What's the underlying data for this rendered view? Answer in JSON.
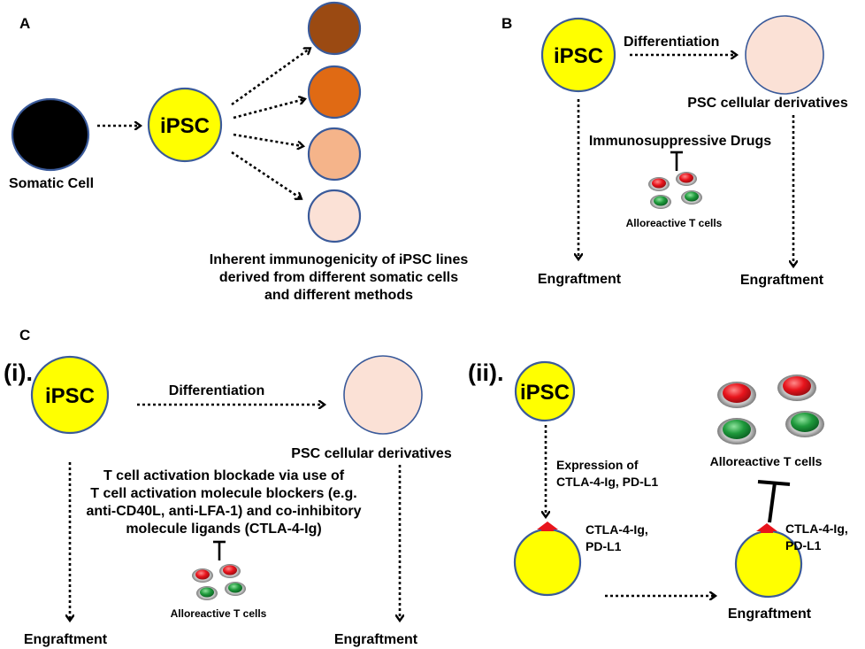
{
  "panels": {
    "a": {
      "letter": "A"
    },
    "b": {
      "letter": "B"
    },
    "c": {
      "letter": "C",
      "sub_i": "(i).",
      "sub_ii": "(ii)."
    }
  },
  "labels": {
    "ipsc": "iPSC",
    "somatic_cell": "Somatic Cell",
    "immunogenicity": [
      "Inherent immunogenicity of iPSC lines",
      "derived from different somatic cells",
      "and different methods"
    ],
    "differentiation": "Differentiation",
    "psc_derivatives": "PSC cellular derivatives",
    "immunosuppressive_drugs": "Immunosuppressive Drugs",
    "alloreactive_t_cells": "Alloreactive T cells",
    "engraftment": "Engraftment",
    "blockade": [
      "T cell activation blockade via use of",
      "T cell activation molecule blockers (e.g.",
      "anti-CD40L, anti-LFA-1) and co-inhibitory",
      "molecule ligands (CTLA-4-Ig)"
    ],
    "expression_of": [
      "Expression of",
      "CTLA-4-Ig, PD-L1"
    ],
    "ctla_pdl1": [
      "CTLA-4-Ig,",
      "PD-L1"
    ]
  },
  "colors": {
    "ipsc_yellow": "#ffff00",
    "somatic_black": "#000000",
    "derivative_1": "#9b4a12",
    "derivative_2": "#e06a14",
    "derivative_3": "#f5b48a",
    "derivative_4": "#fbe1d6",
    "t_cell_red": "#e8141c",
    "t_cell_green": "#1f9a3c",
    "marker_red": "#e8141c"
  }
}
